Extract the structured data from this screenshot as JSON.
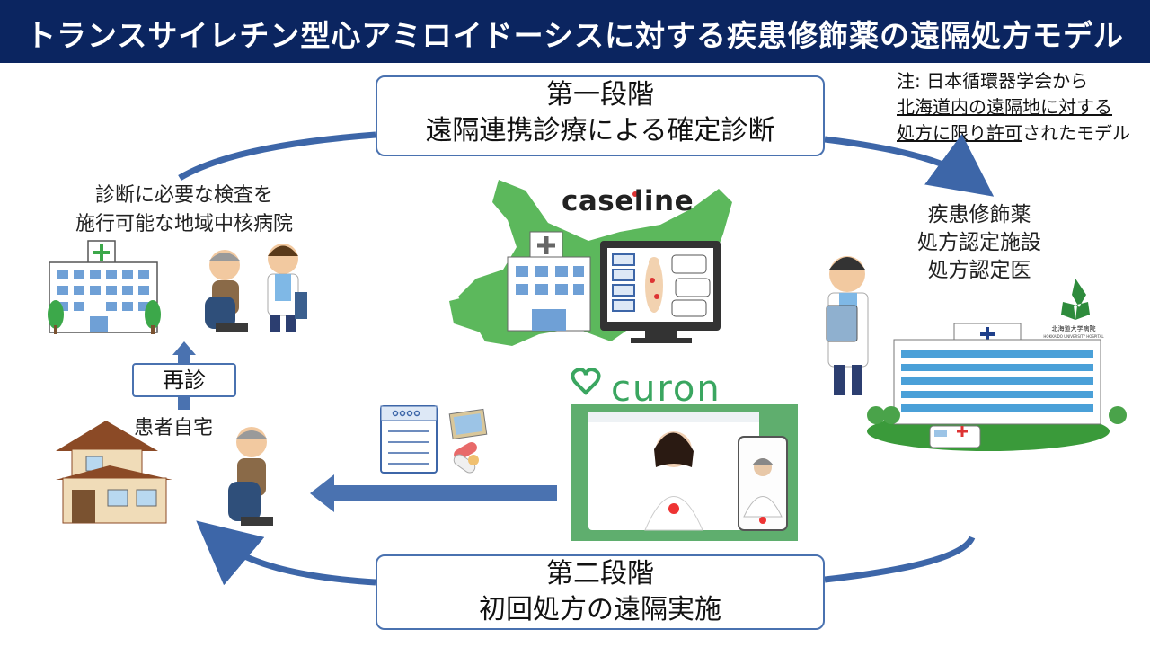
{
  "title": "トランスサイレチン型心アミロイドーシスに対する疾患修飾薬の遠隔処方モデル",
  "note": {
    "line1": "注: 日本循環器学会から",
    "line2": "北海道内の遠隔地に対する",
    "line3_underlined": "処方に限り許可",
    "line3_rest": "されたモデル"
  },
  "stage1": {
    "line1": "第一段階",
    "line2": "遠隔連携診療による確定診断"
  },
  "stage2": {
    "line1": "第二段階",
    "line2": "初回処方の遠隔実施"
  },
  "left_hospital": {
    "line1": "診断に必要な検査を",
    "line2": "施行可能な地域中核病院"
  },
  "right_facility": {
    "line1": "疾患修飾薬",
    "line2": "処方認定施設",
    "line3": "処方認定医"
  },
  "univ_hospital_label": "北海道大学病院",
  "univ_hospital_label_en": "HOKKAIDO UNIVERSITY HOSPITAL",
  "revisit": "再診",
  "home": "患者自宅",
  "caseline_logo": "caseline",
  "curon_logo": "curon",
  "colors": {
    "title_bg": "#0b2560",
    "arrow": "#4a72b0",
    "curon_green": "#3aa660",
    "box_border": "#4a72b0"
  }
}
